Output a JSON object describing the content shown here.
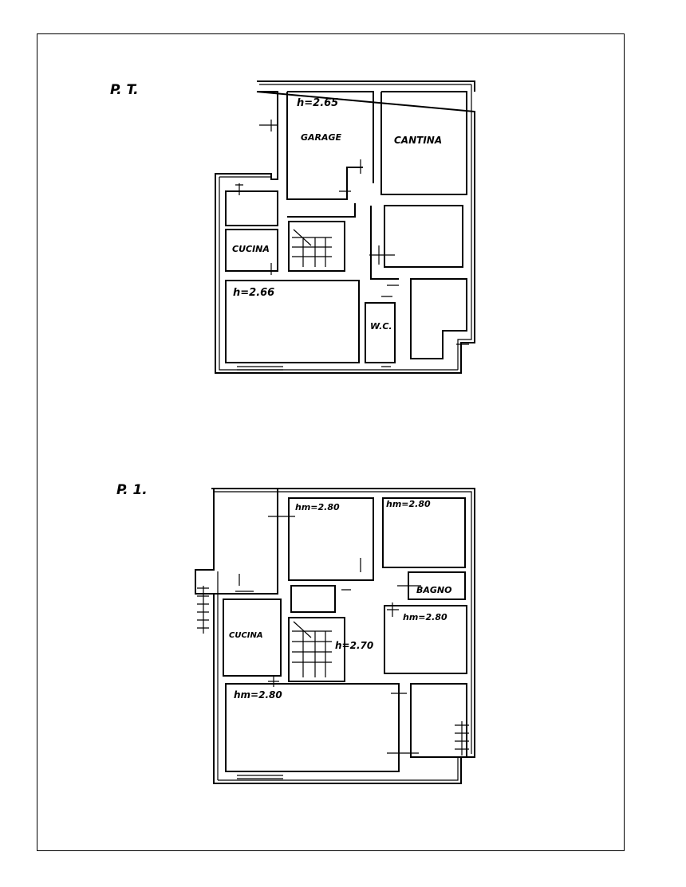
{
  "floors": [
    {
      "id": "ground-floor",
      "title": "P. T.",
      "labels": {
        "garage_height": "h=2.65",
        "garage": "GARAGE",
        "cantina": "CANTINA",
        "cucina": "CUCINA",
        "soggiorno_height": "h=2.66",
        "wc": "W.C."
      }
    },
    {
      "id": "first-floor",
      "title": "P. 1.",
      "labels": {
        "room1_height": "hm=2.80",
        "room2_height": "hm=2.80",
        "bagno": "BAGNO",
        "room3_height": "hm=2.80",
        "cucina": "CUCINA",
        "stair_height": "h=2.70",
        "soggiorno_height": "hm=2.80"
      }
    }
  ]
}
